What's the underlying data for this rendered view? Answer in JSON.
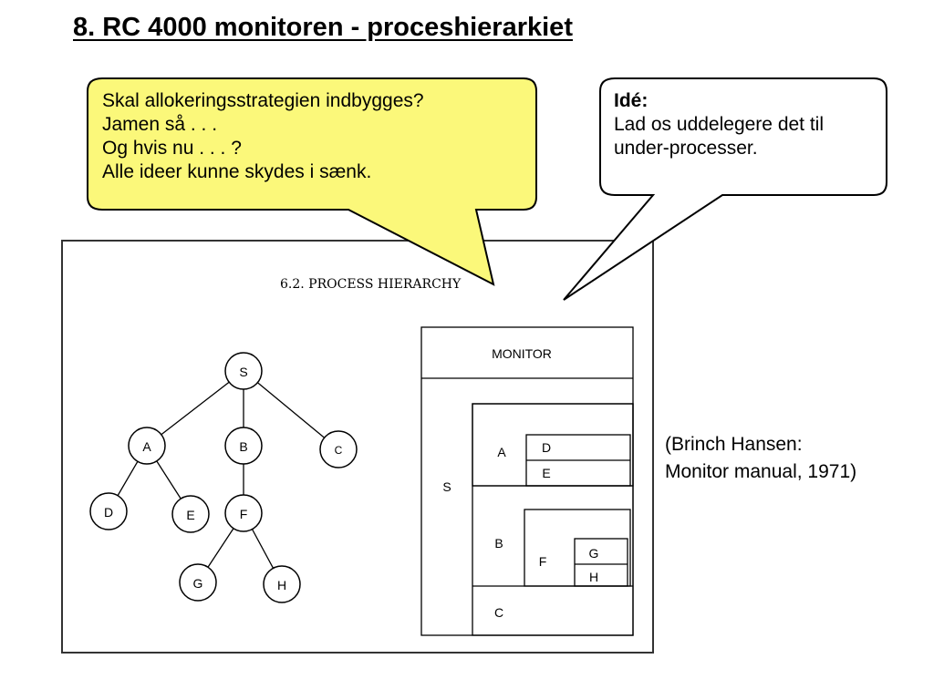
{
  "slide": {
    "title": "8. RC 4000 monitoren - proceshierarkiet"
  },
  "callout_left": {
    "fill": "#fbf87a",
    "lines": [
      "Skal allokeringsstrategien indbygges?",
      "Jamen så . . .",
      "Og hvis nu . . . ?",
      "Alle ideer kunne skydes i sænk."
    ]
  },
  "callout_right": {
    "fill": "#ffffff",
    "heading": "Idé:",
    "lines": [
      "Lad os uddelegere det til",
      "under-processer."
    ]
  },
  "figure": {
    "caption": "6.2. PROCESS HIERARCHY",
    "tree": {
      "root": "S",
      "nodes": [
        "S",
        "A",
        "B",
        "C",
        "D",
        "E",
        "F",
        "G",
        "H"
      ]
    },
    "nested_boxes": {
      "monitor_label": "MONITOR",
      "s_label": "S",
      "a_label": "A",
      "d_label": "D",
      "e_label": "E",
      "b_label": "B",
      "f_label": "F",
      "g_label": "G",
      "h_label": "H",
      "c_label": "C"
    }
  },
  "citation": {
    "lines": [
      "(Brinch Hansen:",
      "Monitor manual, 1971)"
    ]
  }
}
